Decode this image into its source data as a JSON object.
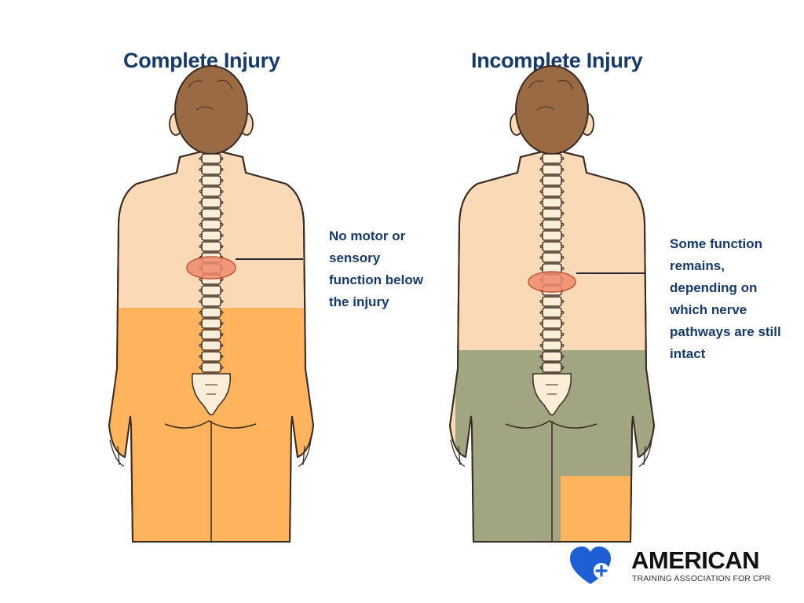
{
  "panels": [
    {
      "title": "Complete Injury",
      "caption": "No motor or sensory function below the injury"
    },
    {
      "title": "Incomplete Injury",
      "caption": "Some function remains, depending on which nerve pathways are still intact"
    }
  ],
  "colors": {
    "title_text": "#163a6b",
    "skin": "#f9d9b6",
    "hair": "#9a6a45",
    "affected_complete": "#fdb45c",
    "affected_incomplete": "#a2a582",
    "injury_marker": "#ef8a6f",
    "outline": "#3b2a22"
  },
  "brand": {
    "name": "AMERICAN",
    "tagline": "TRAINING ASSOCIATION FOR CPR",
    "icon": "heart-plus-icon",
    "icon_color": "#1e5fd6"
  }
}
